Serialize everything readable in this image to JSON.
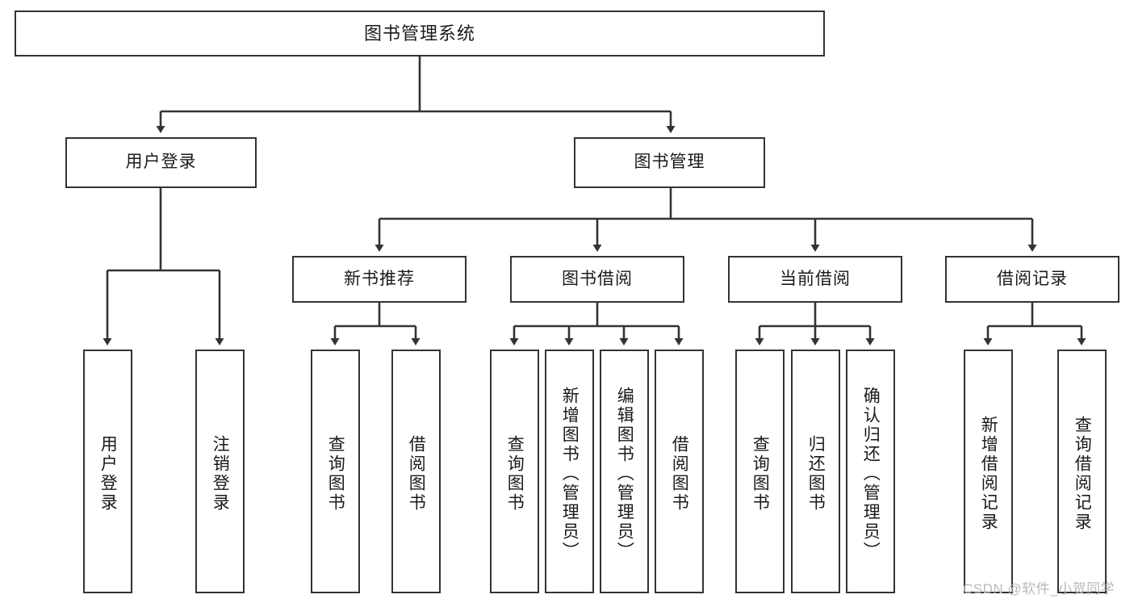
{
  "diagram": {
    "title": "图书管理系统",
    "watermark": "CSDN @软件_小贺同学",
    "colors": {
      "box_border": "#333333",
      "box_fill": "#ffffff",
      "connector": "#333333",
      "text": "#1a1a1a",
      "watermark": "#b9b9b9",
      "background": "#ffffff"
    },
    "nodes": {
      "root": {
        "label": "图书管理系统"
      },
      "level2": [
        {
          "label": "用户登录"
        },
        {
          "label": "图书管理"
        }
      ],
      "level3": [
        {
          "label": "新书推荐"
        },
        {
          "label": "图书借阅"
        },
        {
          "label": "当前借阅"
        },
        {
          "label": "借阅记录"
        }
      ],
      "leaves": {
        "user_login": [
          {
            "label": "用户登录"
          },
          {
            "label": "注销登录"
          }
        ],
        "new_book_recommend": [
          {
            "label": "查询图书"
          },
          {
            "label": "借阅图书"
          }
        ],
        "book_borrow": [
          {
            "label": "查询图书"
          },
          {
            "label": "新增图书（管理员）"
          },
          {
            "label": "编辑图书（管理员）"
          },
          {
            "label": "借阅图书"
          }
        ],
        "current_borrow": [
          {
            "label": "查询图书"
          },
          {
            "label": "归还图书"
          },
          {
            "label": "确认归还（管理员）"
          }
        ],
        "borrow_record": [
          {
            "label": "新增借阅记录"
          },
          {
            "label": "查询借阅记录"
          }
        ]
      }
    }
  }
}
